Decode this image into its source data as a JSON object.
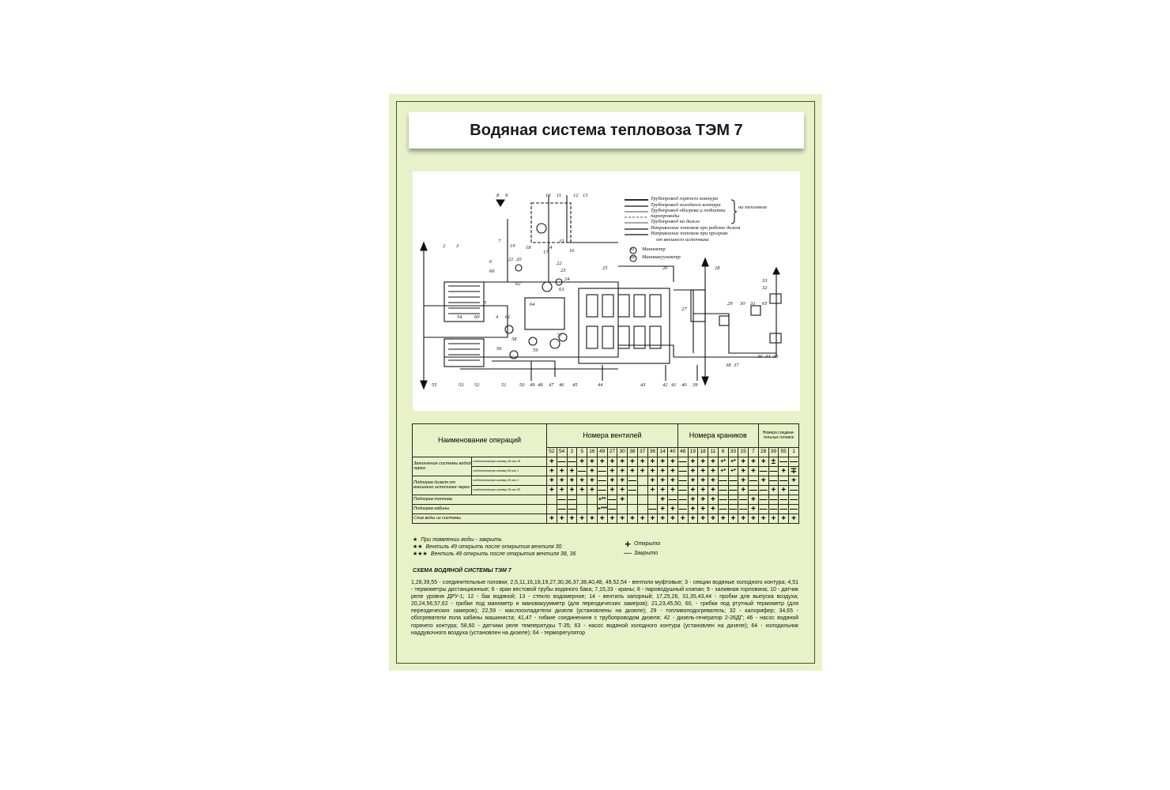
{
  "title": "Водяная система тепловоза ТЭМ 7",
  "legend": [
    "Трубопровод горячего контура",
    "Трубопровод холодного контура",
    "Трубопровод обогрева и подпитки",
    "паропроводы",
    "Трубопровод на дизеле",
    "Направление потоков при работе дизеля",
    "Направление потоков при прогреве",
    "от внешнего источника",
    "Манометр",
    "Мановакуумметр"
  ],
  "legend_brace": "на тепловозе",
  "legend_icons": [
    "М",
    "МВ"
  ],
  "scheme_numbers": {
    "top": [
      "8",
      "9",
      "10",
      "11",
      "12",
      "13"
    ],
    "left": [
      "1",
      "2",
      "3",
      "7",
      "19",
      "6",
      "66",
      "21",
      "20",
      "5",
      "15",
      "14",
      "16",
      "17",
      "18",
      "22",
      "23",
      "24",
      "63",
      "25",
      "26",
      "28",
      "33",
      "32",
      "27",
      "29",
      "30",
      "31",
      "65",
      "4",
      "61",
      "62",
      "64",
      "60",
      "54",
      "57",
      "58",
      "59",
      "56",
      "36",
      "34",
      "35",
      "37",
      "38"
    ],
    "bottom": [
      "55",
      "53",
      "52",
      "51",
      "50",
      "49",
      "48",
      "47",
      "46",
      "45",
      "44",
      "43",
      "42",
      "41",
      "40",
      "39"
    ]
  },
  "table": {
    "header_ops": "Наименование операций",
    "header_valves": "Номера вентилей",
    "header_cocks": "Номера краников",
    "header_heads": "Номера соедини-тельных головок",
    "numbers": [
      "52",
      "54",
      "2",
      "5",
      "16",
      "49",
      "27",
      "30",
      "38",
      "37",
      "36",
      "14",
      "40",
      "48",
      "19",
      "18",
      "11",
      "6",
      "33",
      "15",
      "7",
      "28",
      "39",
      "55",
      "1"
    ],
    "group_fill": "Заполнение системы водой через:",
    "group_heat": "Подогрев дизеля от внешнего источника через:",
    "sub_fill_1": "соединительную головку 28 или 39",
    "sub_fill_2": "соединительную головку 55 или 1",
    "sub_heat_1": "соединительную головку 28 или 1",
    "sub_heat_2": "соединительную головку 39 или 55",
    "rows": [
      {
        "label": "",
        "cells": [
          "+",
          "—",
          "—",
          "+",
          "+",
          "+",
          "+",
          "+",
          "+",
          "+",
          "+",
          "+",
          "+",
          "—",
          "+",
          "+",
          "+",
          "+*",
          "+*",
          "+",
          "+",
          "+",
          "±",
          "—",
          "—"
        ]
      },
      {
        "label": "",
        "cells": [
          "+",
          "+",
          "+",
          "—",
          "+",
          "—",
          "+",
          "+",
          "+",
          "+",
          "+",
          "+",
          "+",
          "—",
          "+",
          "+",
          "+",
          "+*",
          "+*",
          "+",
          "+",
          "—",
          "—",
          "+",
          "∓"
        ]
      },
      {
        "label": "",
        "cells": [
          "+",
          "+",
          "+",
          "+",
          "+",
          "—",
          "+",
          "+",
          "—",
          "",
          "+",
          "+",
          "+",
          "—",
          "+",
          "+",
          "+",
          "—",
          "—",
          "+",
          "—",
          "+",
          "—",
          "—",
          "+"
        ]
      },
      {
        "label": "",
        "cells": [
          "+",
          "+",
          "+",
          "+",
          "+",
          "—",
          "+",
          "+",
          "—",
          "",
          "+",
          "+",
          "+",
          "—",
          "+",
          "+",
          "+",
          "—",
          "—",
          "+",
          "—",
          "—",
          "+",
          "+",
          "—"
        ]
      },
      {
        "label": "Подогрев топлива",
        "cells": [
          "",
          "—",
          "—",
          "",
          "",
          "+**",
          "—",
          "+",
          "",
          "",
          "",
          "+",
          "—",
          "—",
          "+",
          "+",
          "+",
          "—",
          "—",
          "—",
          "+",
          "—",
          "—",
          "—",
          "—"
        ]
      },
      {
        "label": "Подогрев кабины",
        "cells": [
          "",
          "—",
          "—",
          "",
          "",
          "+***",
          "—",
          "",
          "",
          "",
          "—",
          "+",
          "+",
          "—",
          "+",
          "+",
          "+",
          "—",
          "—",
          "—",
          "+",
          "—",
          "—",
          "—",
          "—"
        ]
      },
      {
        "label": "Слив воды из системы",
        "cells": [
          "+",
          "+",
          "+",
          "+",
          "+",
          "+",
          "+",
          "+",
          "+",
          "+",
          "+",
          "+",
          "+",
          "+",
          "+",
          "+",
          "+",
          "+",
          "+",
          "+",
          "+",
          "+",
          "+",
          "+",
          "+"
        ]
      }
    ]
  },
  "notes": [
    {
      "stars": "★",
      "text": "При появлении воды - закрыть"
    },
    {
      "stars": "★★",
      "text": "Вентиль 49 открыть после открытия вентиля 30"
    },
    {
      "stars": "★★★",
      "text": "Вентиль 49 открыть после открытия вентиля 38, 36"
    }
  ],
  "key_open_symbol": "+",
  "key_open": "Открыто",
  "key_closed_symbol": "—",
  "key_closed": "Закрыто",
  "key_heading": "СХЕМА ВОДЯНОЙ СИСТЕМЫ ТЭМ 7",
  "key_text": "1,28,39,55 - соединительные головки; 2,5,11,16,18,19,27,30,36,37,38,40,48, 49,52,54 - вентили муфтовые; 3 - секции водяные холодного контура; 4,51 - термометры дистанционные; 6 - кран вестовой трубы водяного бака; 7,15,33 - краны; 8 - пароводушный клапан; 9 - заливная горловина; 10 - датчик реле уровня ДРУ-1; 12 - бак водяной; 13 - стекло водомерное; 14 - вентиль запорный; 17,25,26, 31,35,43,44 - пробки для выпуска воздуха; 20,24,56,57,62 - грибки под манометр и мановакуумметр (для переодических замеров); 21,23,45,50, 60, - грибки под ртутный термометр (для переодических замеров); 22,59 - маслоохладители дизеля (установлены на дизеле); 29 - топливоподогреватель; 32 - калорифер; 34,65 - обогреватели пола кабины машиниста; 41,47 - гибкие соединениня с трубопроводом дизеля; 42 - дизель-генератор 2-26ДГ; 46 - насос водяной горячего контура; 58,60 - датчики реле температуры Т-35; 63 - насос водяной холодного контура (установлен на дизеле); 64 - холодильник наддувочного воздуха (установлен на дизеле); 64 - терморегулятор"
}
